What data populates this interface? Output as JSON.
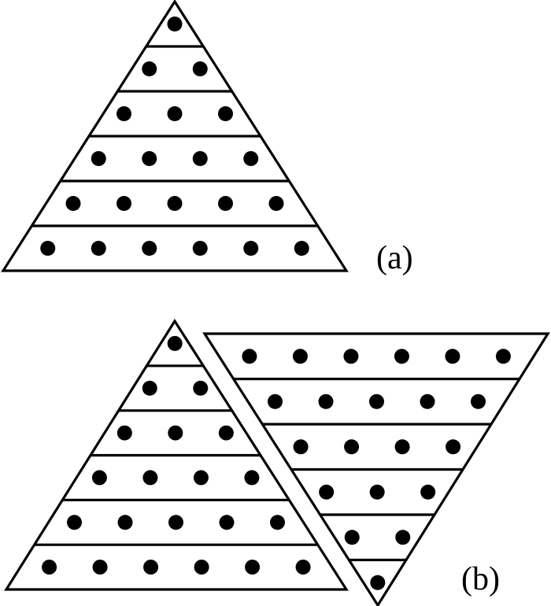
{
  "labels": {
    "a": "(a)",
    "b": "(b)"
  },
  "figure": {
    "stroke_color": "#000000",
    "dot_color": "#000000",
    "background": "#ffffff",
    "rows": 6,
    "dots_per_row": [
      1,
      2,
      3,
      4,
      5,
      6
    ],
    "inverted_dots_per_row": [
      6,
      5,
      4,
      3,
      2,
      1
    ]
  }
}
